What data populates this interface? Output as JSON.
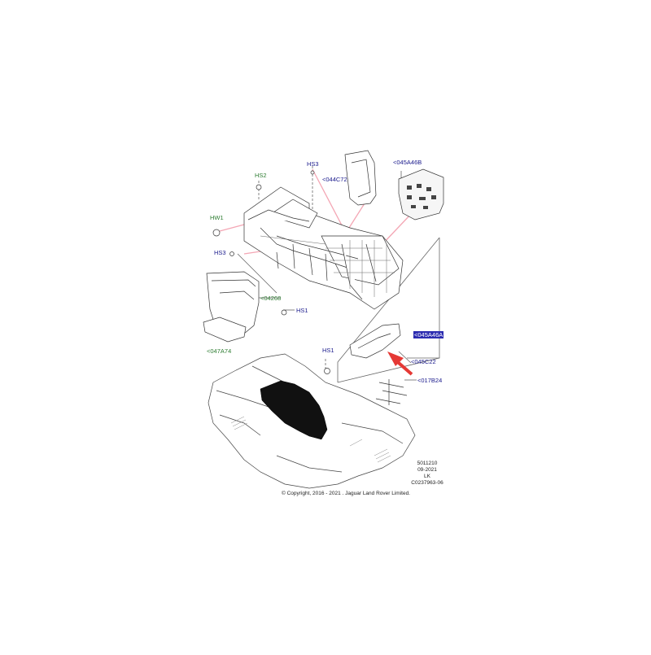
{
  "labels": {
    "hs2": "HS2",
    "hs3_top": "HS3",
    "hw1": "HW1",
    "hs3_left": "HS3",
    "p04268": "<04268",
    "hs1_mid": "HS1",
    "p047a74": "<047A74",
    "hs1_low": "HS1",
    "p044c72": "<044C72",
    "p045a46b": "<045A46B",
    "p045a46a": "<045A46A",
    "p045c22": "<045C22",
    "p017b24": "<017B24"
  },
  "meta": {
    "code": "5011210",
    "date": "09-2021",
    "region": "LK",
    "ref": "C0237963-06"
  },
  "copyright": "© Copyright, 2016 - 2021 . Jaguar Land Rover Limited.",
  "colors": {
    "green_label": "#2e7d32",
    "blue_label": "#1a1a8c",
    "highlight": "#2b2bb0",
    "arrow": "#e53935",
    "leader_pink": "#f4a6b4",
    "line": "#555555"
  }
}
